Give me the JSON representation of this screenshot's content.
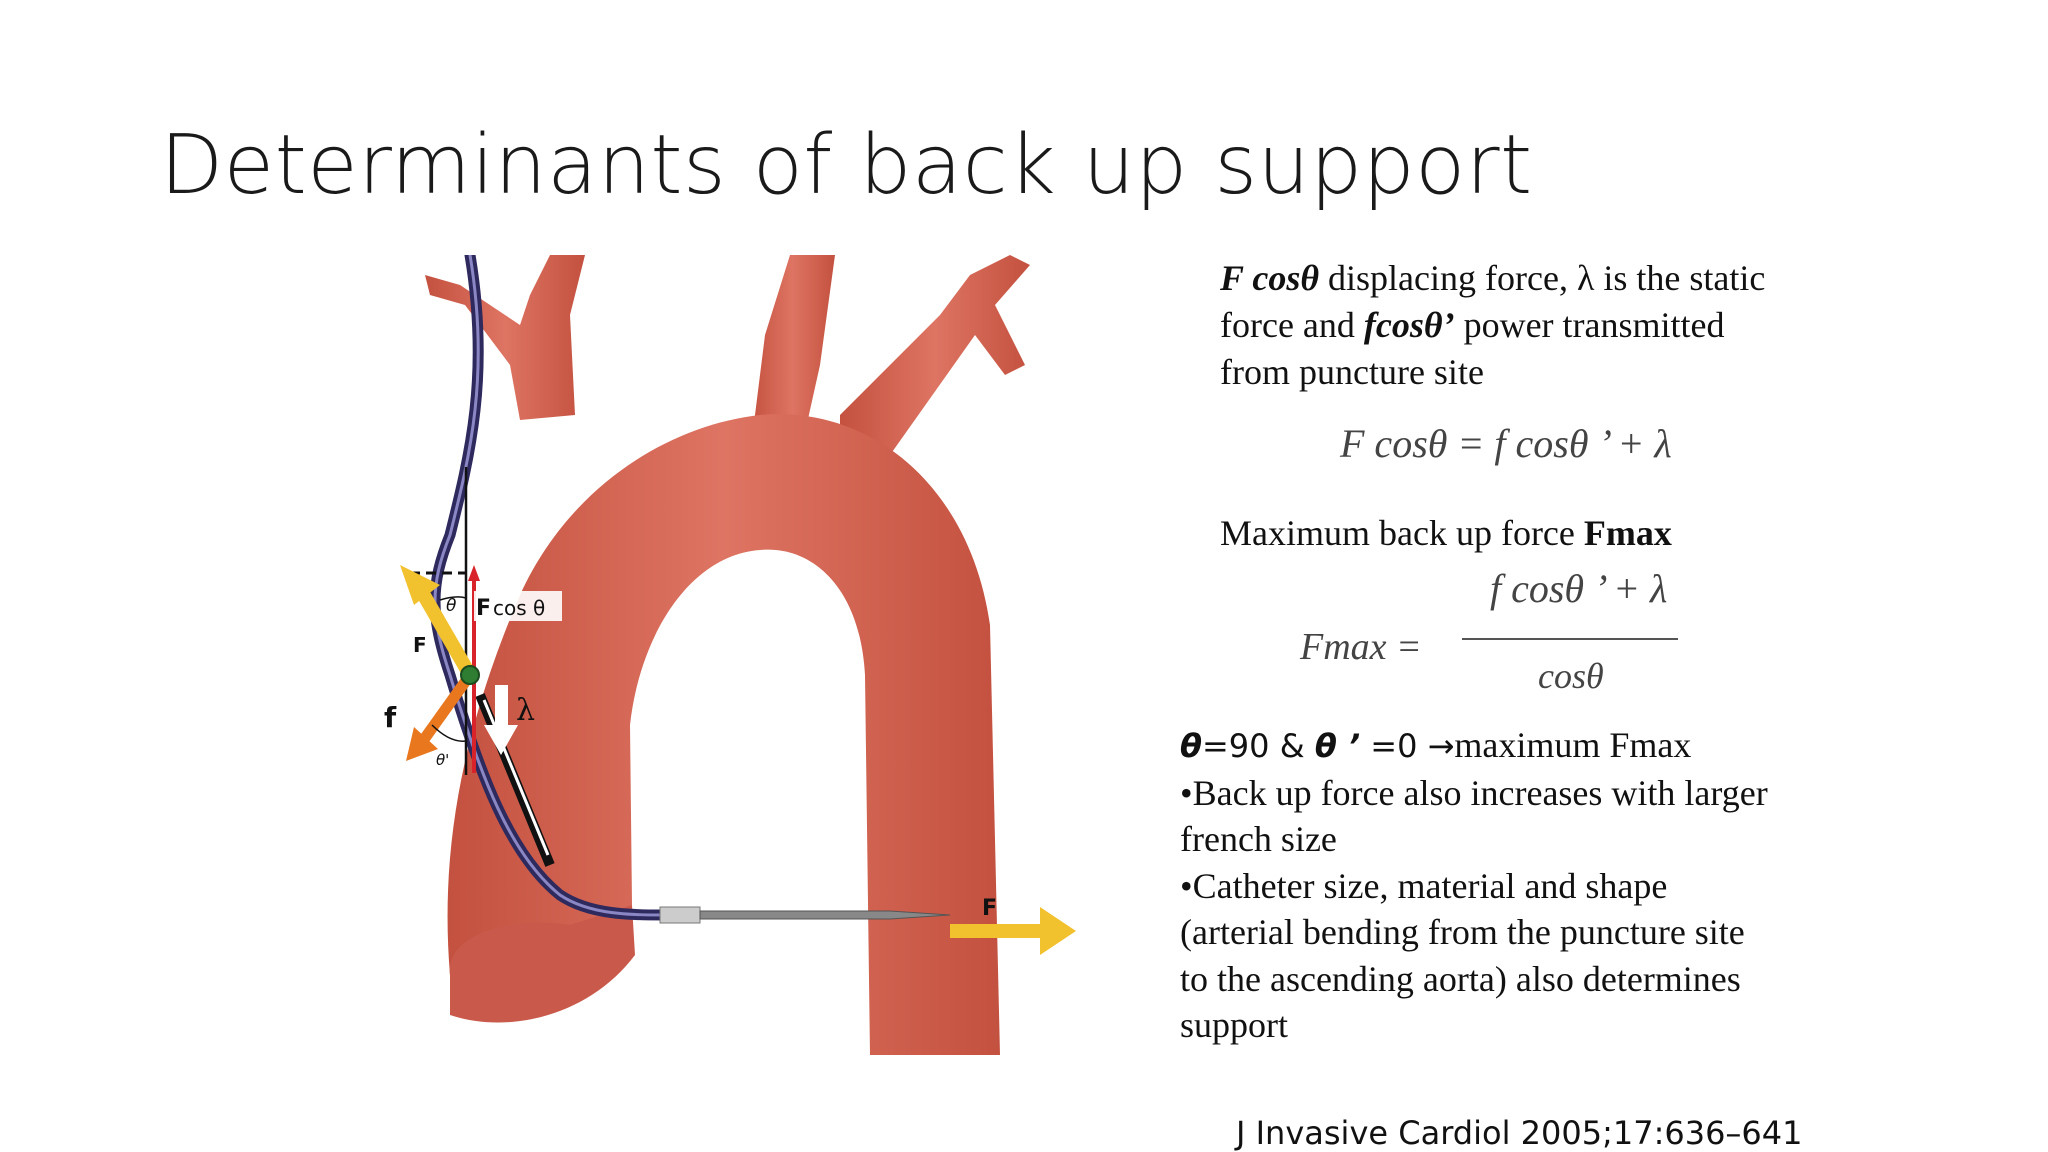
{
  "slide": {
    "title": "Determinants of back up support"
  },
  "figure": {
    "labels": {
      "theta": "θ",
      "fcos": "F",
      "fcos_tail": "cos θ",
      "big_f": "F",
      "small_f": "f",
      "theta_prime": "θ'",
      "lambda": "λ",
      "right_f": "F"
    }
  },
  "text": {
    "intro_term1": "F cosθ",
    "intro_part1": " displacing force, λ is the static force and ",
    "intro_term2": "fcosθ’",
    "intro_part2": " power transmitted from puncture site",
    "equation1": "F cosθ  = f cosθ ’ + λ",
    "max_prefix": "Maximum back up force ",
    "max_term": "Fmax",
    "equation2_lhs": "Fmax  =",
    "equation2_num": "f cosθ ’ + λ",
    "equation2_den": "cosθ",
    "cond_theta": "θ",
    "cond_mid": "=90 & ",
    "cond_theta_prime": "θ ’",
    "cond_zero": " =0 ",
    "cond_arrow": "→",
    "cond_tail": "maximum Fmax",
    "bullet1": "•Back up force also increases with larger french size",
    "bullet2": "•Catheter size, material and shape (arterial bending from the puncture site to the ascending aorta) also determines support"
  },
  "citation": "J Invasive Cardiol 2005;17:636–641",
  "colors": {
    "aorta": "#d4604f",
    "aorta_dark": "#b84a3b",
    "catheter": "#2e2a5e",
    "force_yellow": "#f2c12e",
    "force_orange": "#e8771e",
    "force_red": "#d8232a"
  }
}
